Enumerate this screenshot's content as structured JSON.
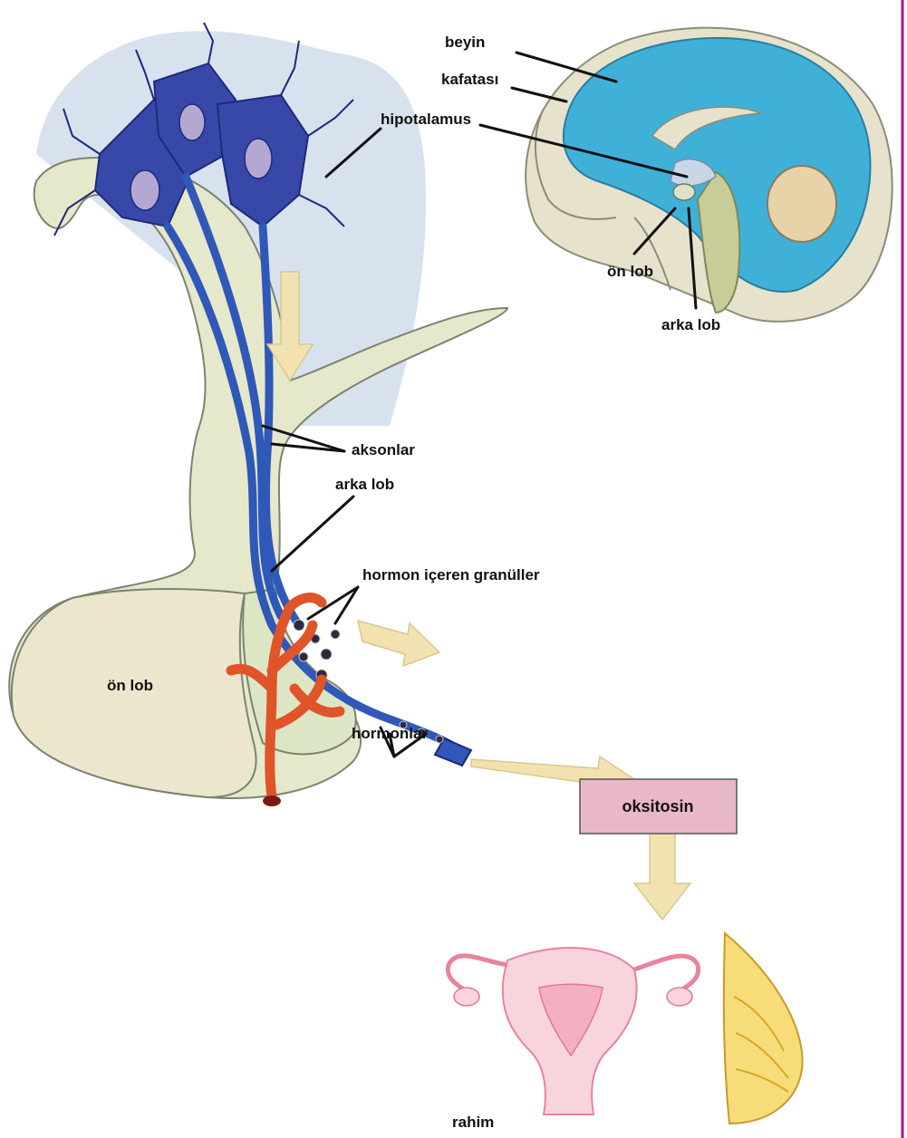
{
  "labels": {
    "beyin": "beyin",
    "kafatasi": "kafatası",
    "hipotalamus": "hipotalamus",
    "on_lob_small": "ön lob",
    "arka_lob_small": "arka lob",
    "aksonlar": "aksonlar",
    "arka_lob": "arka lob",
    "hormon_granuller": "hormon içeren granüller",
    "on_lob": "ön lob",
    "hormonlar": "hormonlar",
    "oksitosin": "oksitosin",
    "rahim": "rahim"
  },
  "colors": {
    "border_accent": "#b0107a",
    "neuron": "#3848a8",
    "neuron_light": "#8a96d8",
    "tissue": "#e8ead0",
    "tissue_edge": "#7a8470",
    "brain_blue": "#3fb1d8",
    "blood_red": "#e0542a",
    "arrow": "#f2e2b0",
    "box_fill": "#e8b8c8",
    "uterus": "#f08aa0",
    "breast": "#f2c64a"
  }
}
